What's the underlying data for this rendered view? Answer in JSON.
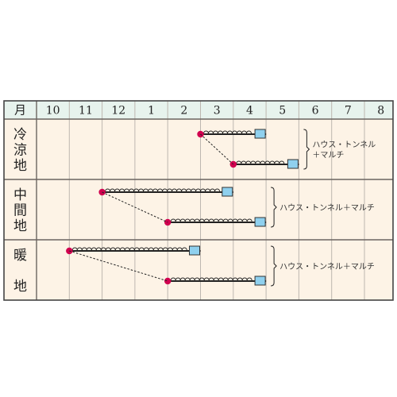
{
  "chart_data": {
    "type": "table",
    "header": "月",
    "x": [
      "10",
      "11",
      "12",
      "1",
      "2",
      "3",
      "4",
      "5",
      "6",
      "7",
      "8"
    ],
    "rows": [
      {
        "region": "冷涼地",
        "region_chars": [
          "冷",
          "涼",
          "地"
        ],
        "annotation_lines": [
          "ハウス・トンネル",
          "＋マルチ"
        ],
        "schedules": [
          {
            "sow": "3",
            "plant": "3",
            "harvest_end": "5"
          },
          {
            "sow": "4",
            "plant": "4",
            "harvest_end": "6"
          }
        ]
      },
      {
        "region": "中間地",
        "region_chars": [
          "中",
          "間",
          "地"
        ],
        "annotation_lines": [
          "ハウス・トンネル＋マルチ"
        ],
        "schedules": [
          {
            "sow": "12",
            "plant": "12",
            "harvest_end": "4"
          },
          {
            "sow": "2",
            "plant": "2",
            "harvest_end": "5"
          }
        ]
      },
      {
        "region": "暖地",
        "region_chars": [
          "暖",
          "地"
        ],
        "annotation_lines": [
          "ハウス・トンネル＋マルチ"
        ],
        "schedules": [
          {
            "sow": "11",
            "plant": "11",
            "harvest_end": "3"
          },
          {
            "sow": "2",
            "plant": "2",
            "harvest_end": "5"
          }
        ]
      }
    ],
    "colors": {
      "background": "#fdf3e6",
      "header_bg": "#e7f3ed",
      "sow_dot": "#d1004f",
      "harvest_box": "#8fd0ee",
      "line": "#222222",
      "grid": "#bdb7b0"
    }
  }
}
